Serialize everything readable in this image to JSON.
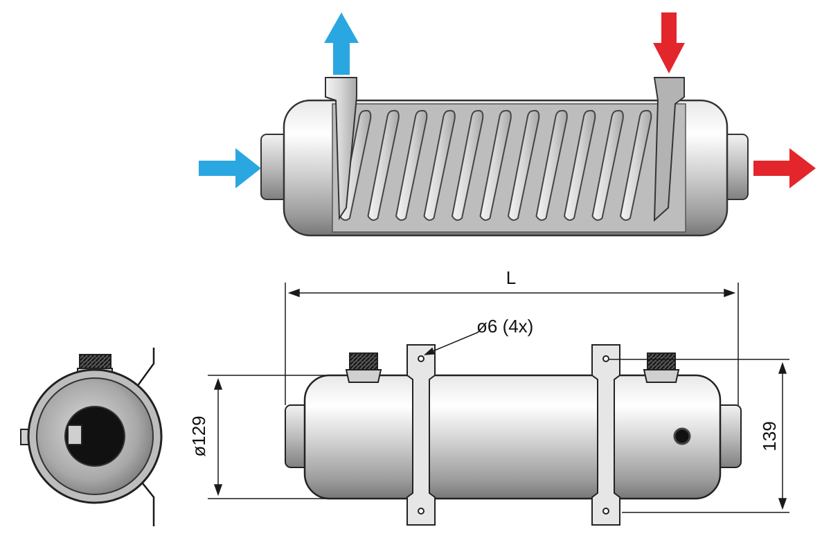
{
  "diagram": {
    "labels": {
      "length": "L",
      "mount_hole": "ø6 (4x)",
      "diameter": "ø129",
      "height": "139"
    },
    "flows": {
      "cold_color": "#2aa7e0",
      "hot_color": "#e3262b"
    },
    "icons": {
      "cold_in": "arrow-right-icon",
      "cold_out": "arrow-up-icon",
      "hot_in": "arrow-down-icon",
      "hot_out": "arrow-right-icon"
    }
  }
}
